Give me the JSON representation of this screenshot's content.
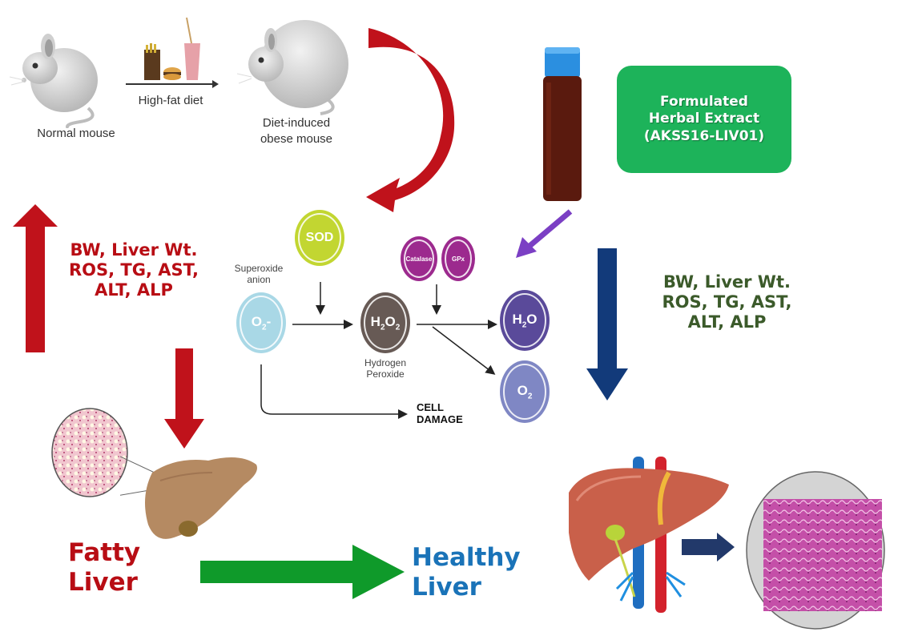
{
  "top_row": {
    "normal_mouse_label": "Normal mouse",
    "diet_label": "High-fat diet",
    "obese_mouse_label_line1": "Diet-induced",
    "obese_mouse_label_line2": "obese mouse"
  },
  "extract": {
    "line1": "Formulated",
    "line2": "Herbal Extract",
    "line3": "(AKSS16-LIV01)",
    "box_color": "#1db35a"
  },
  "markers_increased": {
    "line1": "BW, Liver Wt.",
    "line2": "ROS, TG, AST,",
    "line3": "ALT, ALP",
    "color": "#b80d14",
    "direction": "up"
  },
  "markers_decreased": {
    "line1": "BW, Liver Wt.",
    "line2": "ROS, TG, AST,",
    "line3": "ALT, ALP",
    "color": "#3b5a2a",
    "direction": "down"
  },
  "pathway": {
    "superoxide_label_line1": "Superoxide",
    "superoxide_label_line2": "anion",
    "superoxide_symbol": "O",
    "superoxide_sub": "2",
    "superoxide_sup": "-",
    "sod_label": "SOD",
    "h2o2_symbol": "H",
    "h2o2_label_line1": "Hydrogen",
    "h2o2_label_line2": "Peroxide",
    "catalase_label": "Catalase",
    "gpx_label": "GPx",
    "water_symbol": "H",
    "oxygen_symbol": "O",
    "cell_damage_line1": "CELL",
    "cell_damage_line2": "DAMAGE",
    "colors": {
      "superoxide": "#a9d8e6",
      "sod": "#c2d631",
      "h2o2": "#675a55",
      "enzymes": "#9c2a8e",
      "water": "#5a4a9a",
      "oxygen": "#7f87c4"
    }
  },
  "bottom": {
    "fatty_line1": "Fatty",
    "fatty_line2": "Liver",
    "fatty_color": "#b80d14",
    "healthy_line1": "Healthy",
    "healthy_line2": "Liver",
    "healthy_color": "#1a73b8",
    "transition_arrow_color": "#0f9a2a"
  }
}
